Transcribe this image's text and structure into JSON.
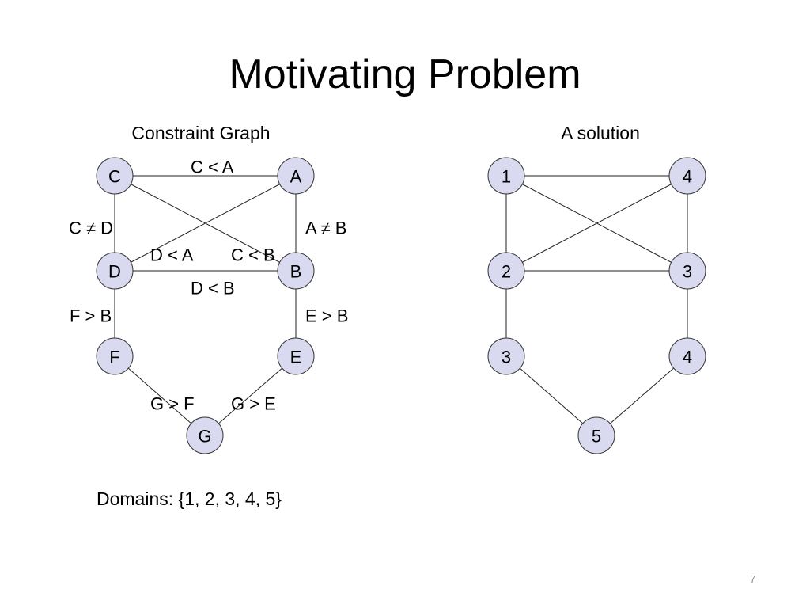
{
  "title": "Motivating Problem",
  "left_panel": {
    "heading": "Constraint Graph",
    "nodes": [
      {
        "id": "C",
        "label": "C"
      },
      {
        "id": "A",
        "label": "A"
      },
      {
        "id": "D",
        "label": "D"
      },
      {
        "id": "B",
        "label": "B"
      },
      {
        "id": "F",
        "label": "F"
      },
      {
        "id": "E",
        "label": "E"
      },
      {
        "id": "G",
        "label": "G"
      }
    ],
    "edges": [
      {
        "from": "C",
        "to": "A",
        "label": "C < A"
      },
      {
        "from": "C",
        "to": "D",
        "label": "C ≠ D"
      },
      {
        "from": "A",
        "to": "B",
        "label": "A ≠ B"
      },
      {
        "from": "A",
        "to": "D",
        "label": "D < A"
      },
      {
        "from": "C",
        "to": "B",
        "label": "C < B"
      },
      {
        "from": "D",
        "to": "B",
        "label": "D < B"
      },
      {
        "from": "D",
        "to": "F",
        "label": "F > B"
      },
      {
        "from": "B",
        "to": "E",
        "label": "E > B"
      },
      {
        "from": "F",
        "to": "G",
        "label": "G > F"
      },
      {
        "from": "E",
        "to": "G",
        "label": "G > E"
      }
    ]
  },
  "right_panel": {
    "heading": "A solution",
    "nodes": [
      {
        "id": "C",
        "label": "1"
      },
      {
        "id": "A",
        "label": "4"
      },
      {
        "id": "D",
        "label": "2"
      },
      {
        "id": "B",
        "label": "3"
      },
      {
        "id": "F",
        "label": "3"
      },
      {
        "id": "E",
        "label": "4"
      },
      {
        "id": "G",
        "label": "5"
      }
    ]
  },
  "domains_text": "Domains:  {1, 2, 3, 4, 5}",
  "page_number": "7"
}
